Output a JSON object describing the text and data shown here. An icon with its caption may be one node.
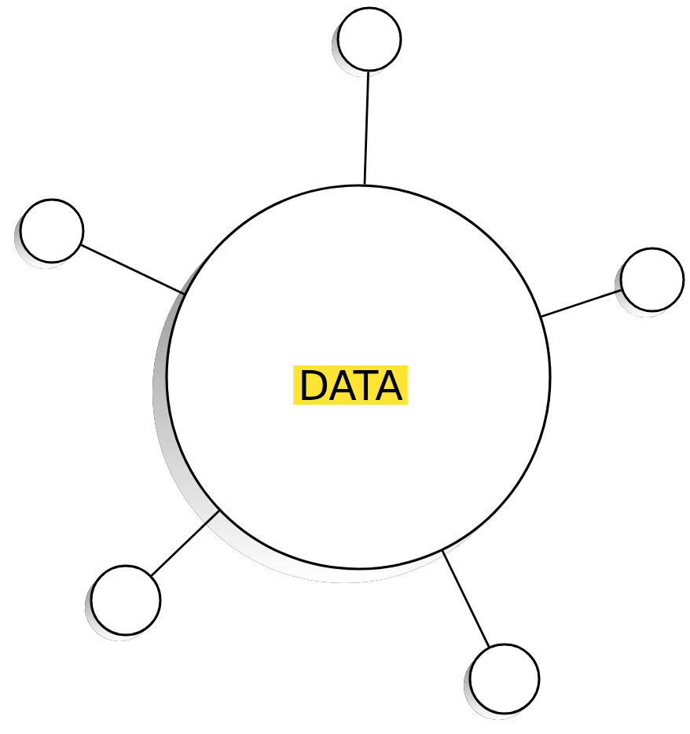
{
  "diagram": {
    "nodes": [
      {
        "text": [
          "DATA"
        ]
      },
      {
        "text": [],
        "shape": "circle"
      },
      {
        "text": [],
        "shape": "circle"
      },
      {
        "text": [],
        "shape": "circle"
      },
      {
        "text": [],
        "shape": "circle"
      },
      {
        "text": [],
        "shape": "circle"
      }
    ],
    "edges": [
      {
        "from": 0,
        "to": 1,
        "arrow": "none"
      },
      {
        "from": 0,
        "to": 2,
        "arrow": "none"
      },
      {
        "from": 0,
        "to": 3,
        "arrow": "none"
      },
      {
        "from": 0,
        "to": 4,
        "arrow": "none"
      },
      {
        "from": 0,
        "to": 5,
        "arrow": "none"
      }
    ]
  }
}
